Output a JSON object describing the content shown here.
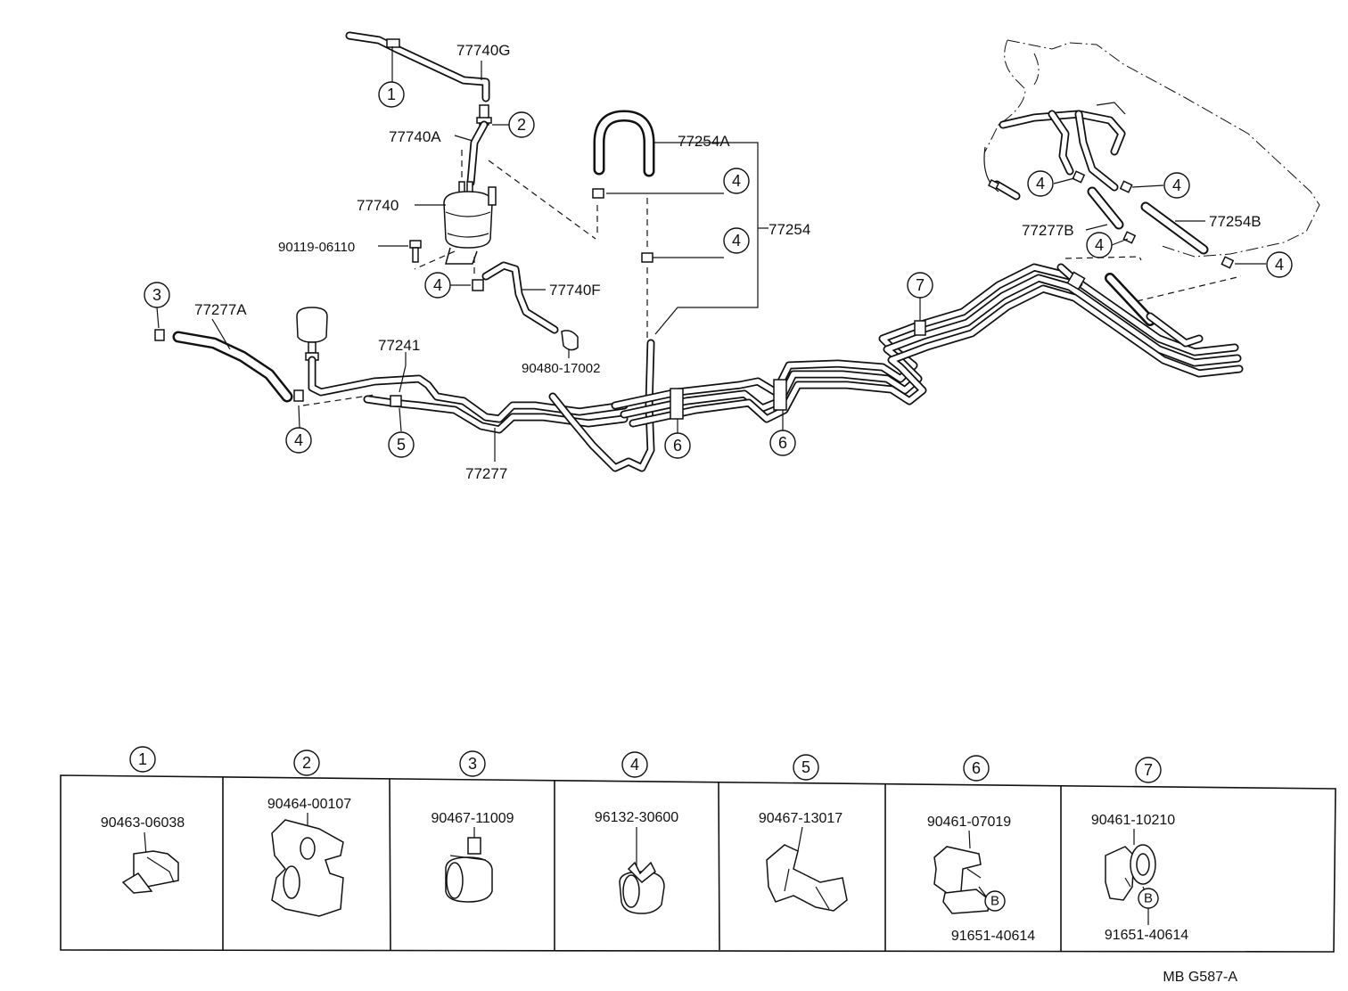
{
  "parts": {
    "p77740G": "77740G",
    "p77740A": "77740A",
    "p77740": "77740",
    "p90119": "90119-06110",
    "p77740F": "77740F",
    "p90480": "90480-17002",
    "p77254A": "77254A",
    "p77254": "77254",
    "p77277A": "77277A",
    "p77241": "77241",
    "p77277": "77277",
    "p77277B": "77277B",
    "p77254B": "77254B"
  },
  "callouts": {
    "c1": "1",
    "c2": "2",
    "c3": "3",
    "c4": "4",
    "c5": "5",
    "c6": "6",
    "c7": "7",
    "cB": "B"
  },
  "legend": [
    {
      "key": "1",
      "part": "90463-06038",
      "sub": ""
    },
    {
      "key": "2",
      "part": "90464-00107",
      "sub": ""
    },
    {
      "key": "3",
      "part": "90467-11009",
      "sub": ""
    },
    {
      "key": "4",
      "part": "96132-30600",
      "sub": ""
    },
    {
      "key": "5",
      "part": "90467-13017",
      "sub": ""
    },
    {
      "key": "6",
      "part": "90461-07019",
      "sub": "91651-40614"
    },
    {
      "key": "7",
      "part": "90461-10210",
      "sub": "91651-40614"
    }
  ],
  "footer": {
    "code": "MB  G587-A"
  }
}
